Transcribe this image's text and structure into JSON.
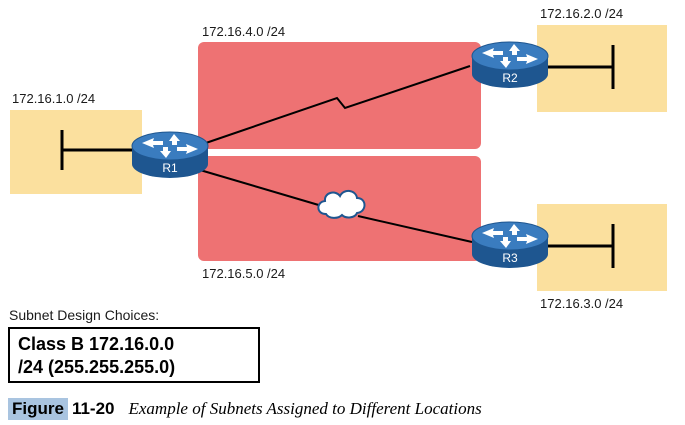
{
  "subnets": {
    "lan1": "172.16.1.0 /24",
    "wan_r1_r2": "172.16.4.0 /24",
    "lan2": "172.16.2.0 /24",
    "wan_r1_r3": "172.16.5.0 /24",
    "lan3": "172.16.3.0 /24"
  },
  "routers": {
    "r1": "R1",
    "r2": "R2",
    "r3": "R3"
  },
  "design": {
    "title": "Subnet Design Choices:",
    "line1": "Class B  172.16.0.0",
    "line2": "/24 (255.255.255.0)"
  },
  "caption": {
    "label": "Figure",
    "number": "11-20",
    "text": "Example of Subnets Assigned to Different Locations"
  },
  "colors": {
    "lan_fill": "#fbe09e",
    "wan_fill": "#ee7273",
    "router_blue": "#2c6aa7",
    "figure_label_bg": "#a9c4e0"
  }
}
